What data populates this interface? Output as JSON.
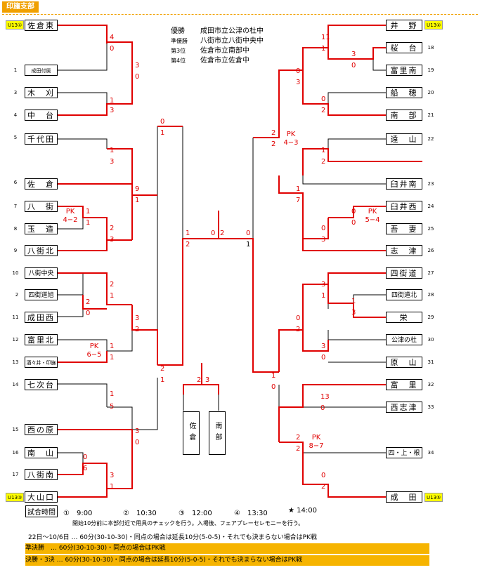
{
  "header": {
    "title": "印旛支部"
  },
  "results": [
    {
      "label": "優勝",
      "team": "成田市立公津の杜中"
    },
    {
      "label": "準優勝",
      "team": "八街市立八街中央中"
    },
    {
      "label": "第3位",
      "team": "佐倉市立南部中"
    },
    {
      "label": "第4位",
      "team": "佐倉市立佐倉中"
    }
  ],
  "left_teams": [
    {
      "seed": "",
      "name": "佐倉東",
      "u13": "U13①"
    },
    {
      "seed": "1",
      "name": "成田付属",
      "u13": ""
    },
    {
      "seed": "3",
      "name": "木　刈",
      "u13": ""
    },
    {
      "seed": "4",
      "name": "中　台",
      "u13": ""
    },
    {
      "seed": "5",
      "name": "千代田",
      "u13": ""
    },
    {
      "seed": "6",
      "name": "佐　倉",
      "u13": ""
    },
    {
      "seed": "7",
      "name": "八　街",
      "u13": ""
    },
    {
      "seed": "8",
      "name": "玉　造",
      "u13": ""
    },
    {
      "seed": "9",
      "name": "八街北",
      "u13": ""
    },
    {
      "seed": "10",
      "name": "八街中央",
      "u13": ""
    },
    {
      "seed": "2",
      "name": "四街道旭",
      "u13": ""
    },
    {
      "seed": "11",
      "name": "成田西",
      "u13": ""
    },
    {
      "seed": "12",
      "name": "富里北",
      "u13": ""
    },
    {
      "seed": "13",
      "name": "酒々井・印旛",
      "u13": ""
    },
    {
      "seed": "14",
      "name": "七次台",
      "u13": ""
    },
    {
      "seed": "15",
      "name": "西の原",
      "u13": ""
    },
    {
      "seed": "16",
      "name": "南　山",
      "u13": ""
    },
    {
      "seed": "17",
      "name": "八街南",
      "u13": ""
    },
    {
      "seed": "",
      "name": "大山口",
      "u13": "U13③"
    }
  ],
  "right_teams": [
    {
      "seed": "",
      "name": "井　野",
      "u13": "U13②"
    },
    {
      "seed": "18",
      "name": "桜　台",
      "u13": ""
    },
    {
      "seed": "19",
      "name": "富里南",
      "u13": ""
    },
    {
      "seed": "20",
      "name": "船　穂",
      "u13": ""
    },
    {
      "seed": "21",
      "name": "南　部",
      "u13": ""
    },
    {
      "seed": "22",
      "name": "遠　山",
      "u13": ""
    },
    {
      "seed": "23",
      "name": "臼井南",
      "u13": ""
    },
    {
      "seed": "24",
      "name": "臼井西",
      "u13": ""
    },
    {
      "seed": "25",
      "name": "吾　妻",
      "u13": ""
    },
    {
      "seed": "26",
      "name": "志　津",
      "u13": ""
    },
    {
      "seed": "27",
      "name": "四街道",
      "u13": ""
    },
    {
      "seed": "28",
      "name": "四街道北",
      "u13": ""
    },
    {
      "seed": "29",
      "name": "栄",
      "u13": ""
    },
    {
      "seed": "30",
      "name": "公津の杜",
      "u13": ""
    },
    {
      "seed": "31",
      "name": "原　山",
      "u13": ""
    },
    {
      "seed": "32",
      "name": "富　里",
      "u13": ""
    },
    {
      "seed": "33",
      "name": "西志津",
      "u13": ""
    },
    {
      "seed": "34",
      "name": "四・上・根",
      "u13": ""
    },
    {
      "seed": "",
      "name": "成　田",
      "u13": "U13⑤"
    }
  ],
  "scores": [
    "4",
    "0",
    "3",
    "0",
    "1",
    "3",
    "0",
    "1",
    "1",
    "3",
    "9",
    "1",
    "1",
    "1",
    "2",
    "3",
    "1",
    "2",
    "2",
    "1",
    "2",
    "0",
    "3",
    "2",
    "1",
    "1",
    "2",
    "1",
    "1",
    "5",
    "3",
    "0",
    "0",
    "6",
    "3",
    "1",
    "1",
    "2",
    "0",
    "2",
    "11",
    "1",
    "3",
    "0",
    "0",
    "3",
    "0",
    "2",
    "2",
    "2",
    "1",
    "2",
    "1",
    "7",
    "0",
    "0",
    "0",
    "3",
    "3",
    "1",
    "1",
    "3",
    "0",
    "2",
    "3",
    "0",
    "1",
    "0",
    "13",
    "0",
    "2",
    "2",
    "0",
    "2"
  ],
  "pk": [
    {
      "label": "PK",
      "score": "4−2"
    },
    {
      "label": "PK",
      "score": "6−5"
    },
    {
      "label": "PK",
      "score": "4−3"
    },
    {
      "label": "PK",
      "score": "5−4"
    },
    {
      "label": "PK",
      "score": "8−7"
    }
  ],
  "final_scores": [
    "1",
    "2",
    "0",
    "2",
    "0",
    "1"
  ],
  "third_place": {
    "teams": [
      "佐倉",
      "南部"
    ],
    "scores": [
      "2",
      "3"
    ]
  },
  "schedule": {
    "label": "試合時間",
    "slots": [
      "①　9:00",
      "②　10:30",
      "③　12:00",
      "④　13:30",
      "★ 14:00"
    ],
    "note": "開始10分前に本部付近で用具のチェックを行う。入場後、フェアプレーセレモニーを行う。",
    "rule1": "22日〜10/6日 … 60分(30-10-30)・同点の場合は延長10分(5-0-5)・それでも決まらない場合はPK戦",
    "rule2": "準決勝　… 60分(30-10-30)・同点の場合はPK戦",
    "rule3": "決勝・3決 … 60分(30-10-30)・同点の場合は延長10分(5-0-5)・それでも決まらない場合はPK戦"
  }
}
